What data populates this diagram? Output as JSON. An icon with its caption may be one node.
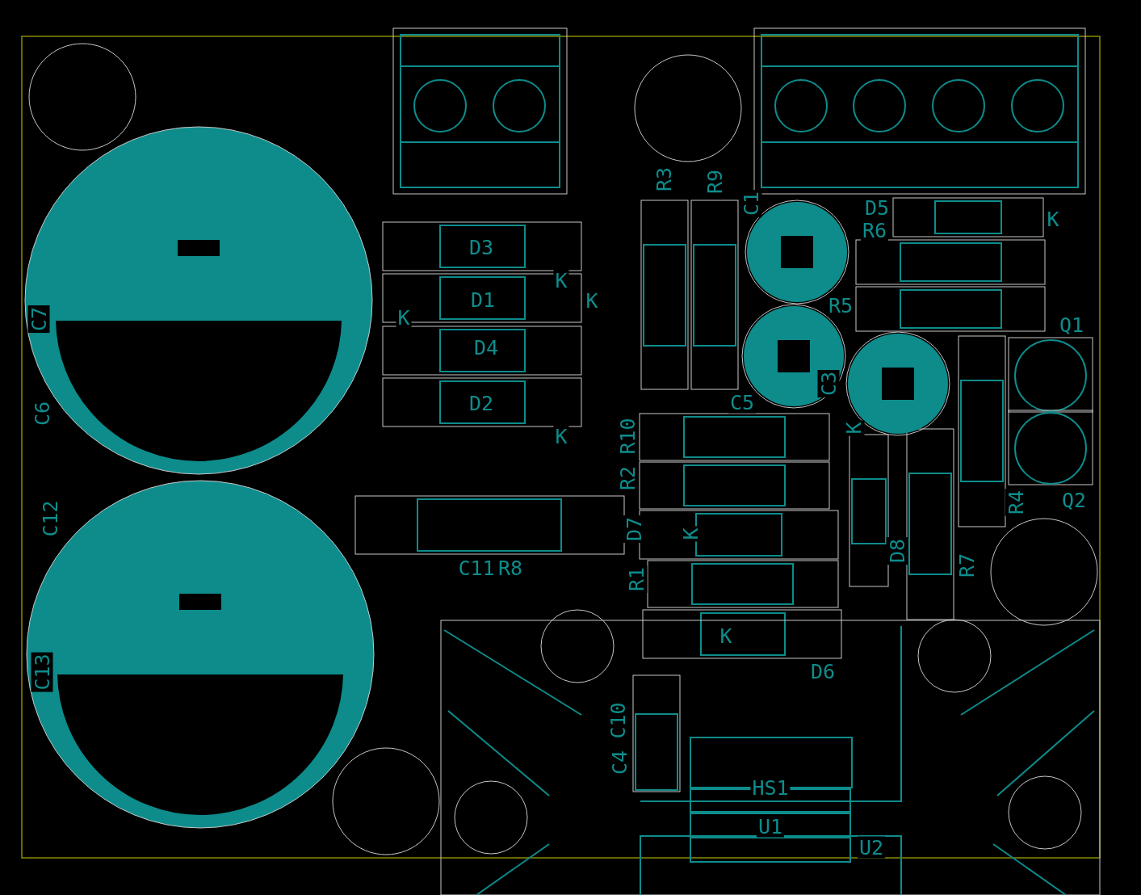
{
  "diagram": {
    "labels": [
      "C7",
      "C6",
      "C12",
      "C13",
      "D3",
      "K",
      "D1",
      "K",
      "K",
      "D4",
      "D2",
      "K",
      "R3",
      "R9",
      "C1",
      "D5",
      "K",
      "R6",
      "R5",
      "Q1",
      "C5",
      "C3",
      "K",
      "R10",
      "R2",
      "D7",
      "K",
      "Q2",
      "R4",
      "D8",
      "R1",
      "R7",
      "C11",
      "R8",
      "K",
      "D6",
      "C10",
      "C4",
      "HS1",
      "U1",
      "U2"
    ]
  }
}
